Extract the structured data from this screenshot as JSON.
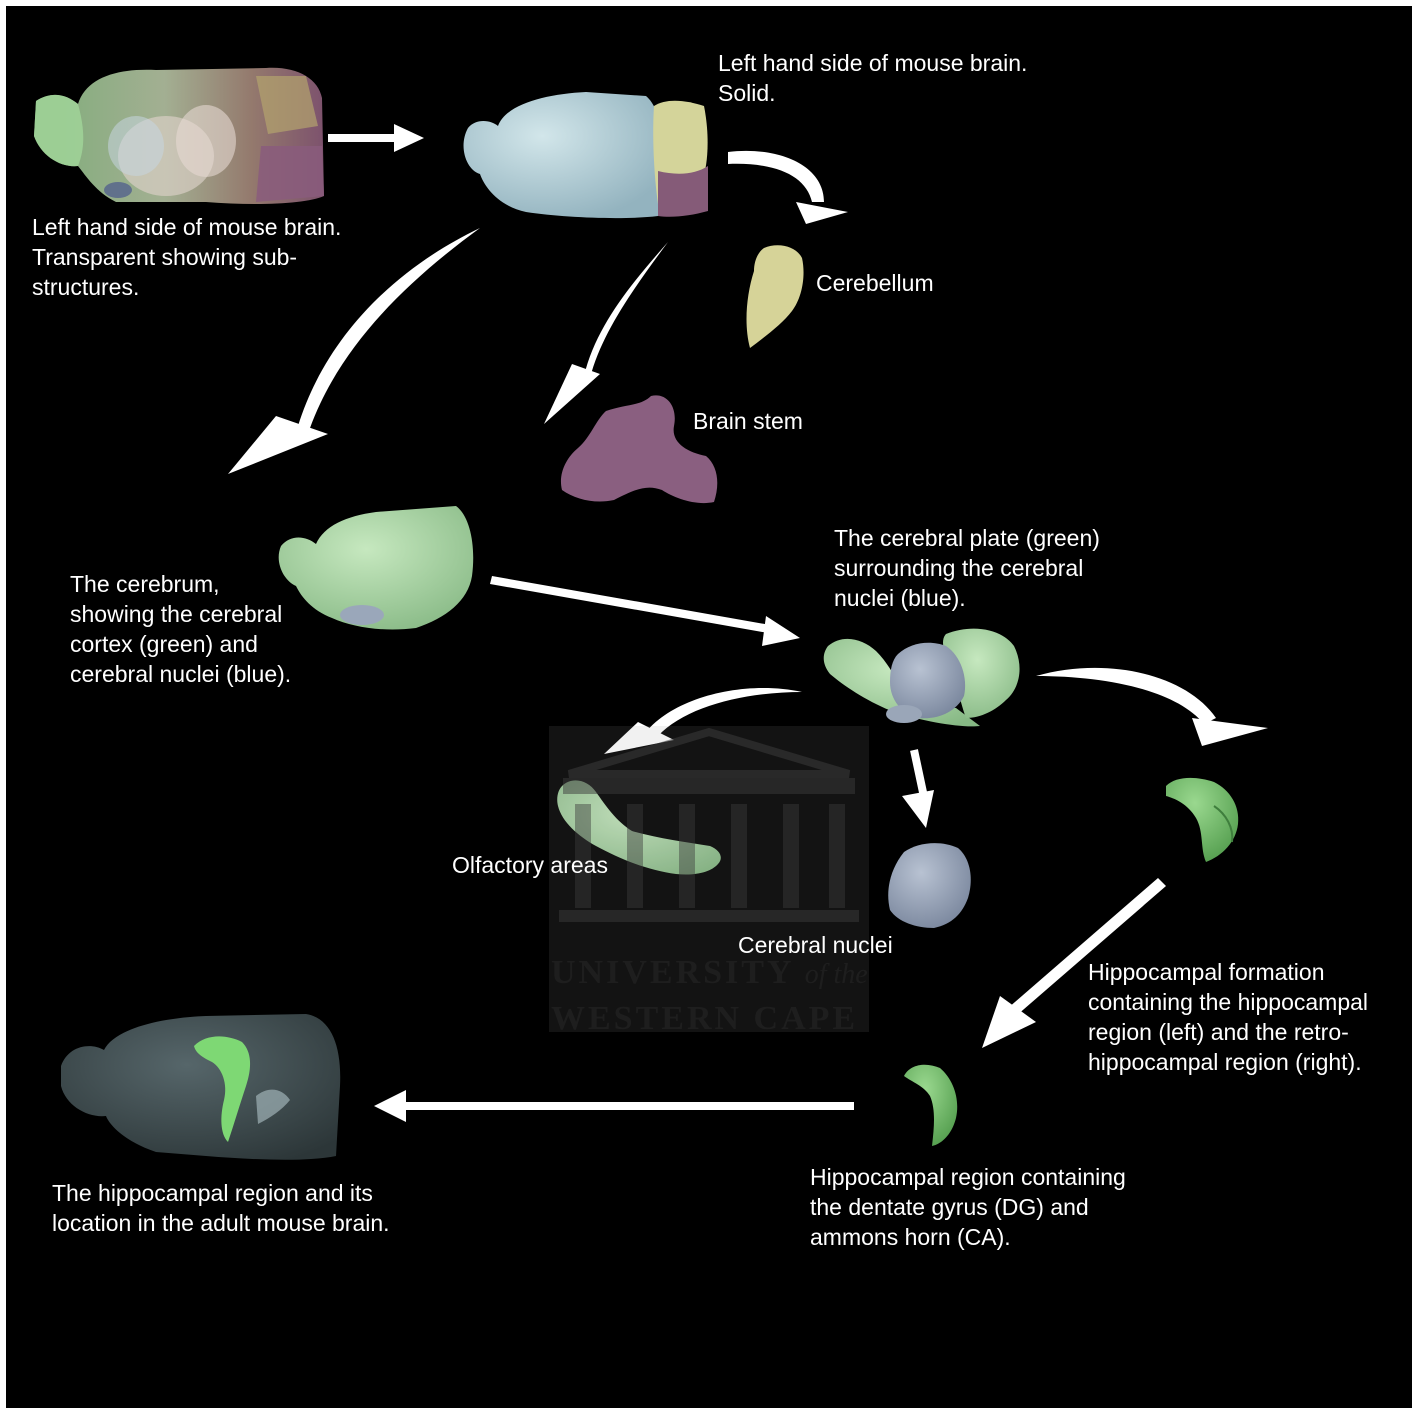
{
  "labels": {
    "transparent": [
      "Left hand side of mouse brain.",
      "Transparent showing sub-",
      "structures."
    ],
    "solid": [
      "Left hand side of mouse brain.",
      "Solid."
    ],
    "cerebellum": [
      "Cerebellum"
    ],
    "brain_stem": [
      "Brain stem"
    ],
    "cerebrum": [
      "The cerebrum,",
      "showing the cerebral",
      "cortex (green) and",
      "cerebral nuclei (blue)."
    ],
    "cerebral_plate": [
      "The cerebral plate (green)",
      "surrounding the cerebral",
      "nuclei (blue)."
    ],
    "olfactory": [
      "Olfactory areas"
    ],
    "cerebral_nuclei": [
      "Cerebral nuclei"
    ],
    "hippocampal_formation": [
      "Hippocampal formation",
      "containing the hippocampal",
      "region (left) and the retro-",
      "hippocampal region (right)."
    ],
    "hippocampal_region": [
      "Hippocampal region containing",
      "the dentate gyrus (DG) and",
      "ammons horn (CA)."
    ],
    "adult_location": [
      "The hippocampal region and its",
      "location in the adult mouse brain."
    ]
  },
  "watermark": {
    "line1": "UNIVERSITY",
    "line1_italic": "of the",
    "line2": "WESTERN CAPE"
  },
  "colors": {
    "background": "#000000",
    "text": "#ffffff",
    "cortex_green": "#a9d8a4",
    "nuclei_blue": "#9aa6b8",
    "solid_brain_blue": "#b5cfd8",
    "cerebellum_yellow": "#d8d89a",
    "brain_stem_purple": "#8c5f80",
    "hippocampus_green": "#6fb866",
    "adult_brain_gray": "#3e4a4c",
    "arrow": "#ffffff"
  }
}
